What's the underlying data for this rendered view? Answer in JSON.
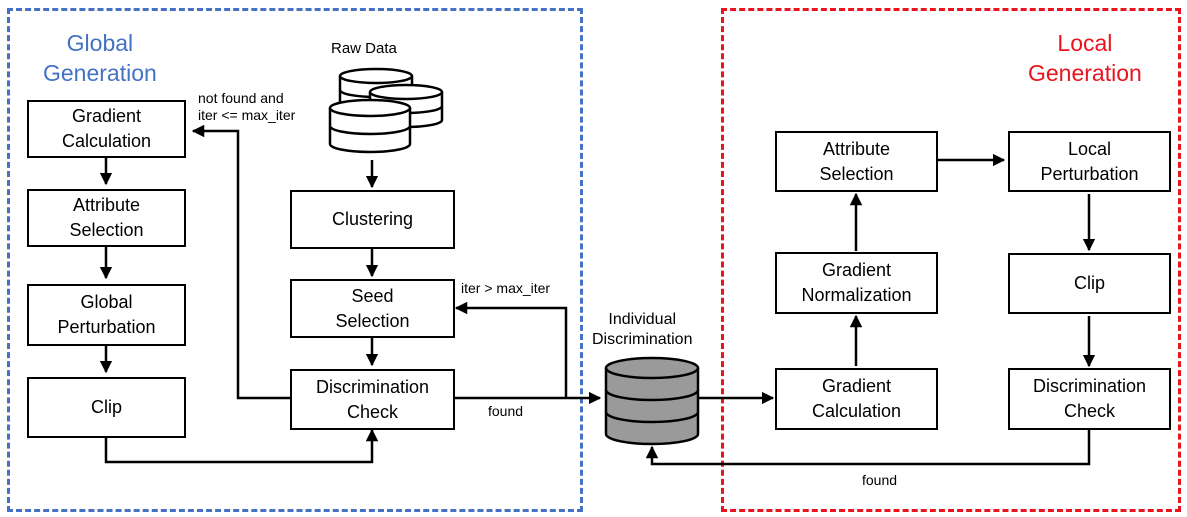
{
  "global": {
    "title": "Global\nGeneration",
    "boxes": {
      "gradient_calculation": "Gradient\nCalculation",
      "attribute_selection": "Attribute\nSelection",
      "global_perturbation": "Global\nPerturbation",
      "clip": "Clip",
      "clustering": "Clustering",
      "seed_selection": "Seed\nSelection",
      "discrimination_check": "Discrimination\nCheck"
    },
    "raw_data_label": "Raw Data",
    "edge_labels": {
      "not_found": "not found and\niter <= max_iter",
      "iter_exceeded": "iter > max_iter",
      "found": "found"
    }
  },
  "center": {
    "individual_discrimination_label": "Individual\nDiscrimination",
    "database_fill": "#9a9a9a"
  },
  "local": {
    "title": "Local\nGeneration",
    "boxes": {
      "gradient_calculation": "Gradient\nCalculation",
      "gradient_normalization": "Gradient\nNormalization",
      "attribute_selection": "Attribute\nSelection",
      "local_perturbation": "Local\nPerturbation",
      "clip": "Clip",
      "discrimination_check": "Discrimination\nCheck"
    },
    "edge_labels": {
      "found": "found"
    }
  },
  "colors": {
    "global_accent": "#4472C4",
    "local_accent": "#E8141E"
  }
}
